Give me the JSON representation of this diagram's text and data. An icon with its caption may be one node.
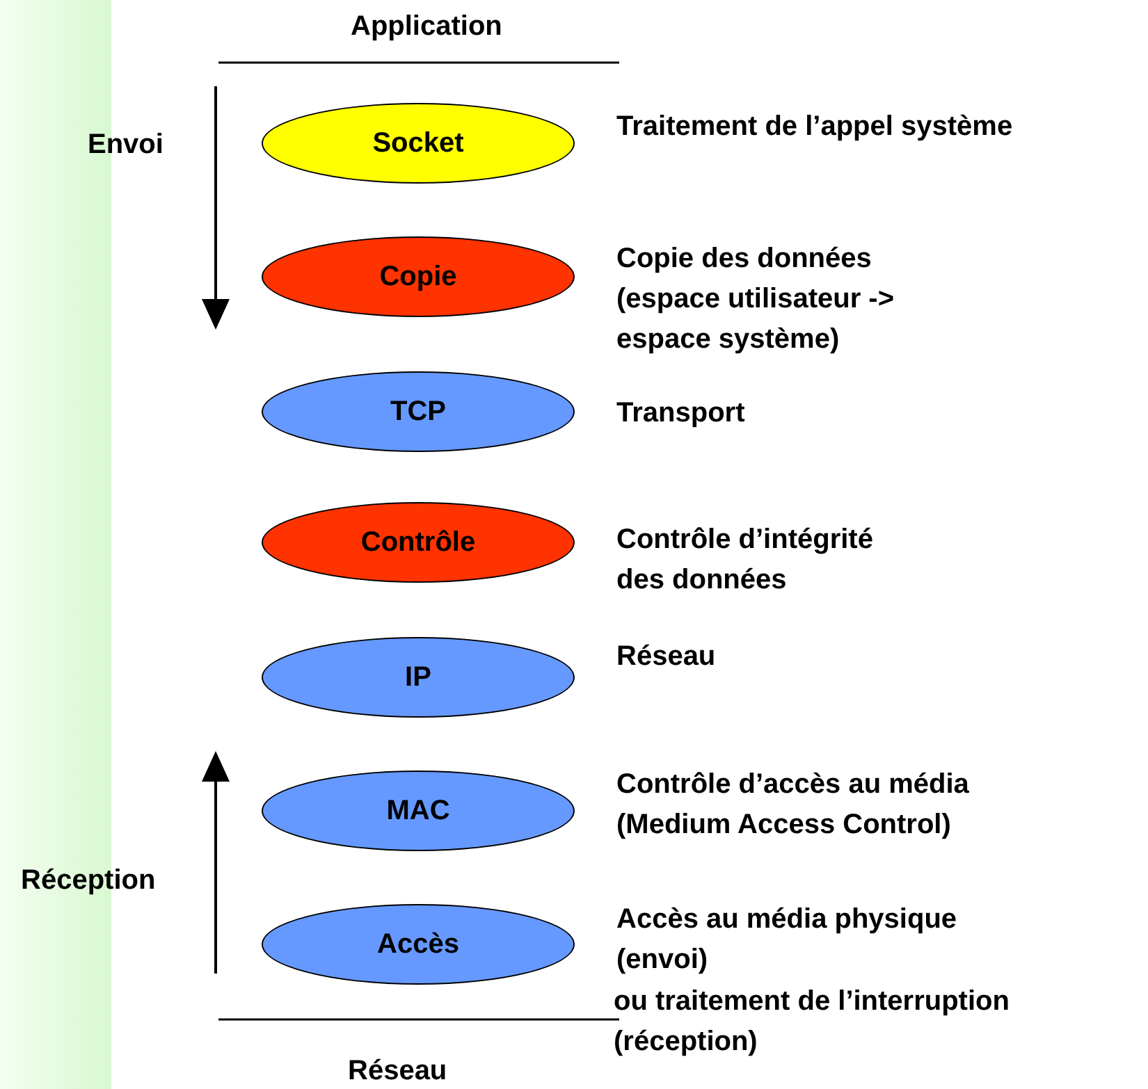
{
  "diagram": {
    "nodes": [
      {
        "text": [
          "Socket"
        ],
        "beside": [
          "Traitement de l’appel système"
        ]
      },
      {
        "text": [
          "Copie"
        ],
        "beside": [
          "Copie des données (espace utilisateur -> espace système)"
        ]
      },
      {
        "text": [
          "TCP"
        ],
        "beside": [
          "Transport"
        ]
      },
      {
        "text": [
          "Contrôle"
        ],
        "beside": [
          "Contrôle d’intégrité des données"
        ]
      },
      {
        "text": [
          "IP"
        ],
        "beside": [
          "Réseau"
        ]
      },
      {
        "text": [
          "MAC"
        ],
        "beside": [
          "Contrôle d’accès au média (Medium Access Control)"
        ]
      },
      {
        "text": [
          "Accès"
        ],
        "beside": [
          "Accès au média physique (envoi)",
          "ou traitement de l’interruption (réception)"
        ]
      }
    ],
    "labels": [
      "Application",
      "Envoi",
      "Réception",
      "Réseau"
    ]
  }
}
